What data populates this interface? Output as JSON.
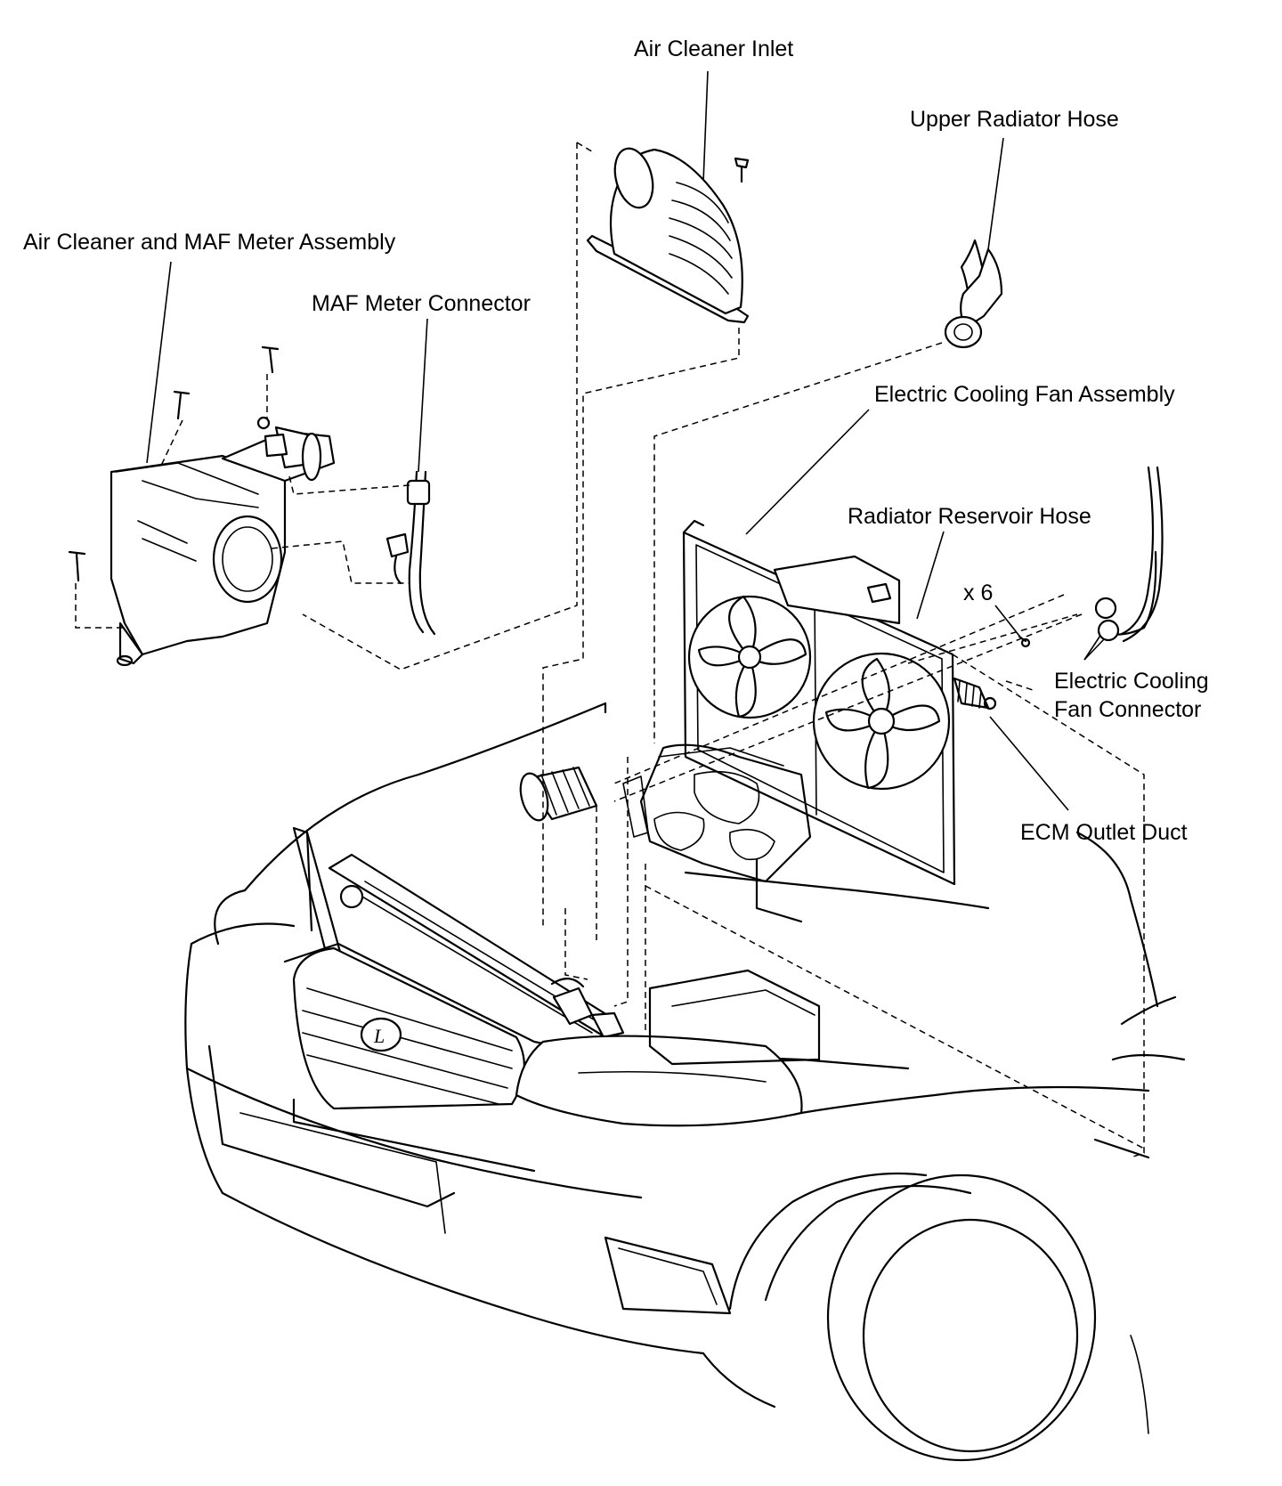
{
  "labels": {
    "air_cleaner_inlet": "Air Cleaner Inlet",
    "upper_radiator_hose": "Upper Radiator Hose",
    "air_cleaner_maf_assembly": "Air Cleaner and MAF Meter Assembly",
    "maf_meter_connector": "MAF Meter Connector",
    "electric_cooling_fan_assembly": "Electric Cooling Fan Assembly",
    "radiator_reservoir_hose": "Radiator Reservoir Hose",
    "bolt_count": "x 6",
    "electric_cooling_fan_connector_line1": "Electric Cooling",
    "electric_cooling_fan_connector_line2": "Fan Connector",
    "ecm_outlet_duct": "ECM Outlet Duct"
  },
  "emblem": "L"
}
